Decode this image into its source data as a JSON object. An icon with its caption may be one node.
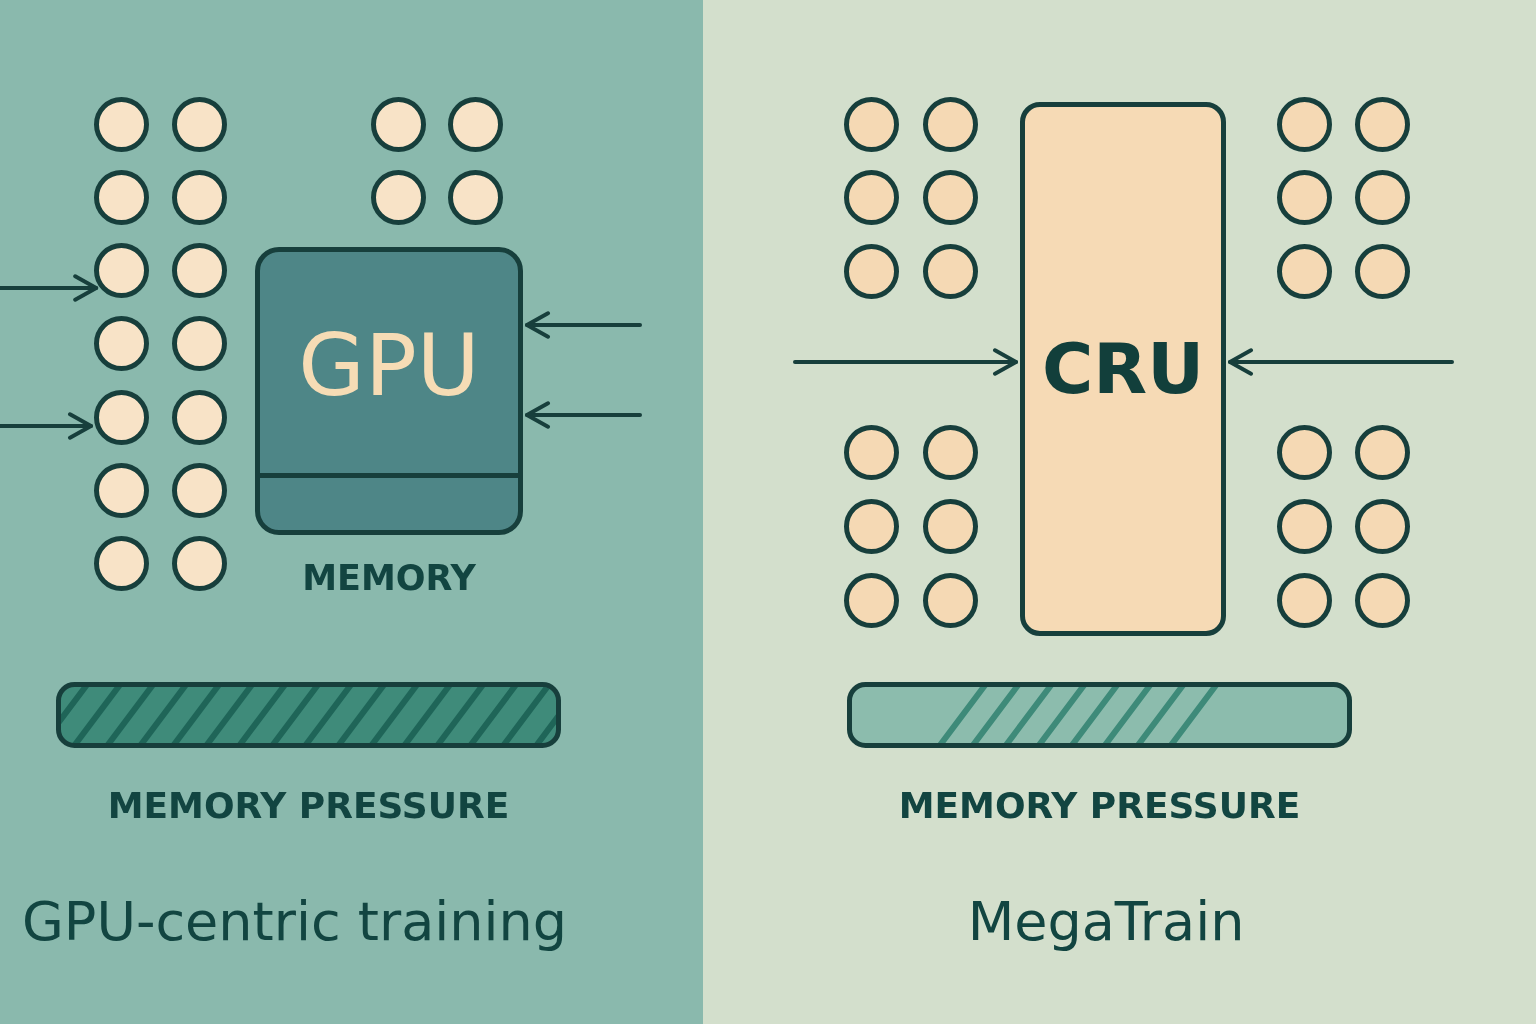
{
  "diagram": {
    "nodes": [
      {
        "text": [
          "GPU-centric training"
        ]
      },
      {
        "text": [],
        "shape": "circle",
        "in": 0
      },
      {
        "text": [],
        "shape": "circle",
        "in": 0
      },
      {
        "text": [],
        "shape": "circle",
        "in": 0
      },
      {
        "text": [],
        "shape": "circle",
        "in": 0
      },
      {
        "text": [],
        "shape": "circle",
        "in": 0
      },
      {
        "text": [],
        "shape": "circle",
        "in": 0
      },
      {
        "text": [],
        "shape": "circle",
        "in": 0
      },
      {
        "text": [],
        "shape": "circle",
        "in": 0
      },
      {
        "text": [],
        "shape": "circle",
        "in": 0
      },
      {
        "text": [],
        "shape": "circle",
        "in": 0
      },
      {
        "text": [],
        "shape": "circle",
        "in": 0
      },
      {
        "text": [],
        "shape": "circle",
        "in": 0
      },
      {
        "text": [],
        "shape": "circle",
        "in": 0
      },
      {
        "text": [],
        "shape": "circle",
        "in": 0
      },
      {
        "text": [],
        "shape": "circle",
        "in": 0
      },
      {
        "text": [],
        "shape": "circle",
        "in": 0
      },
      {
        "text": [],
        "shape": "circle",
        "in": 0
      },
      {
        "text": [],
        "shape": "circle",
        "in": 0
      },
      {
        "text": [
          "GPU"
        ],
        "beside": [
          "MEMORY"
        ],
        "in": 0
      },
      {
        "text": [
          "MEMORY PRESSURE"
        ],
        "in": 0
      },
      {
        "text": [
          "MegaTrain"
        ]
      },
      {
        "text": [],
        "shape": "circle",
        "in": 21
      },
      {
        "text": [],
        "shape": "circle",
        "in": 21
      },
      {
        "text": [],
        "shape": "circle",
        "in": 21
      },
      {
        "text": [],
        "shape": "circle",
        "in": 21
      },
      {
        "text": [],
        "shape": "circle",
        "in": 21
      },
      {
        "text": [],
        "shape": "circle",
        "in": 21
      },
      {
        "text": [],
        "shape": "circle",
        "in": 21
      },
      {
        "text": [],
        "shape": "circle",
        "in": 21
      },
      {
        "text": [],
        "shape": "circle",
        "in": 21
      },
      {
        "text": [],
        "shape": "circle",
        "in": 21
      },
      {
        "text": [],
        "shape": "circle",
        "in": 21
      },
      {
        "text": [],
        "shape": "circle",
        "in": 21
      },
      {
        "text": [
          "CRU"
        ],
        "in": 21
      },
      {
        "text": [],
        "shape": "circle",
        "in": 21
      },
      {
        "text": [],
        "shape": "circle",
        "in": 21
      },
      {
        "text": [],
        "shape": "circle",
        "in": 21
      },
      {
        "text": [],
        "shape": "circle",
        "in": 21
      },
      {
        "text": [],
        "shape": "circle",
        "in": 21
      },
      {
        "text": [],
        "shape": "circle",
        "in": 21
      },
      {
        "text": [],
        "shape": "circle",
        "in": 21
      },
      {
        "text": [],
        "shape": "circle",
        "in": 21
      },
      {
        "text": [],
        "shape": "circle",
        "in": 21
      },
      {
        "text": [],
        "shape": "circle",
        "in": 21
      },
      {
        "text": [],
        "shape": "circle",
        "in": 21
      },
      {
        "text": [],
        "shape": "circle",
        "in": 21
      },
      {
        "text": [
          "MEMORY PRESSURE"
        ],
        "in": 21
      }
    ],
    "edges": [
      {
        "from": null,
        "to": 9,
        "arrow": "to"
      },
      {
        "from": null,
        "to": 13,
        "arrow": "to"
      },
      {
        "from": null,
        "to": 19,
        "arrow": "to"
      },
      {
        "from": null,
        "to": 19,
        "arrow": "to"
      },
      {
        "from": null,
        "to": 34,
        "arrow": "to"
      },
      {
        "from": null,
        "to": 34,
        "arrow": "to"
      }
    ]
  }
}
